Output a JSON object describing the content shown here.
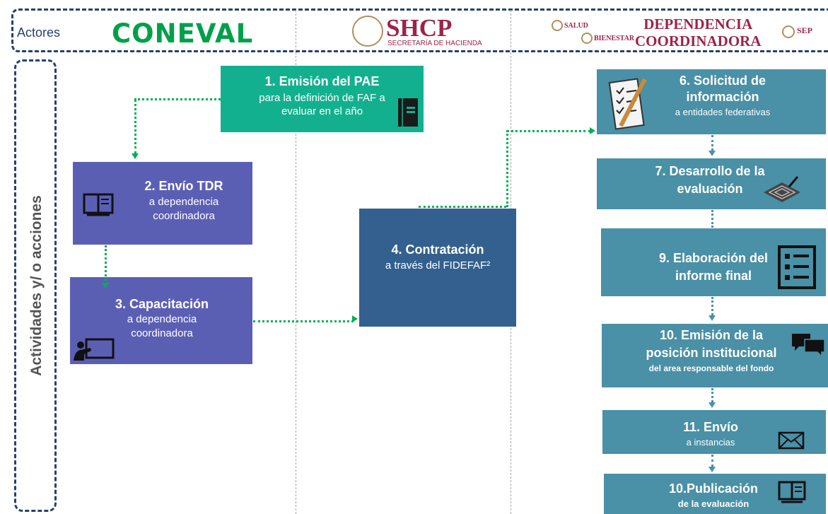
{
  "header": {
    "actores_label": "Actores",
    "coneval": "CONEVAL",
    "shcp_title": "SHCP",
    "shcp_subtitle": "SECRETARÍA DE HACIENDA",
    "salud": "SALUD",
    "bienestar": "BIENESTAR",
    "dependencia_line1": "DEPENDENCIA",
    "dependencia_line2": "COORDINADORA",
    "sep": "SEP"
  },
  "side_label": "Actividades y/ o acciones",
  "steps": {
    "s1": {
      "title": "1. Emisión del PAE",
      "line1": "para la definición de FAF a",
      "line2": "evaluar  en  el año",
      "icon": "book-icon"
    },
    "s2": {
      "title": "2. Envío TDR",
      "line1": "a dependencia",
      "line2": "coordinadora",
      "icon": "open-book-icon"
    },
    "s3": {
      "title": "3. Capacitación",
      "line1": "a dependencia",
      "line2": "coordinadora",
      "icon": "presentation-icon"
    },
    "s4": {
      "title": "4.   Contratación",
      "line1": "a través del FIDEFAF²"
    },
    "s6": {
      "title_line1": "6. Solicitud de",
      "title_line2": "información",
      "line1": "a entidades federativas",
      "icon": "checklist-icon"
    },
    "s7": {
      "title_line1": "7. Desarrollo de la",
      "title_line2": "evaluación",
      "icon": "maze-icon"
    },
    "s9": {
      "title_line1": "9. Elaboración del",
      "title_line2": "informe final",
      "icon": "list-icon"
    },
    "s10": {
      "title_line1": "10. Emisión de la",
      "title_line2": "posición institucional",
      "line1": "del area responsable del fondo",
      "icon": "speech-bubbles-icon"
    },
    "s11": {
      "title": "11. Envío",
      "line1": "a instancias",
      "icon": "envelope-icon"
    },
    "s12": {
      "title": "10.Publicación",
      "line1": "de  la evaluación",
      "icon": "open-book-icon"
    }
  },
  "colors": {
    "teal": "#13b08f",
    "purple": "#5b5fb4",
    "navy": "#33608f",
    "blue_gray": "#4a90a6",
    "green_arrow": "#00b050",
    "header_border": "#27426b",
    "brand_red": "#9d2449"
  }
}
